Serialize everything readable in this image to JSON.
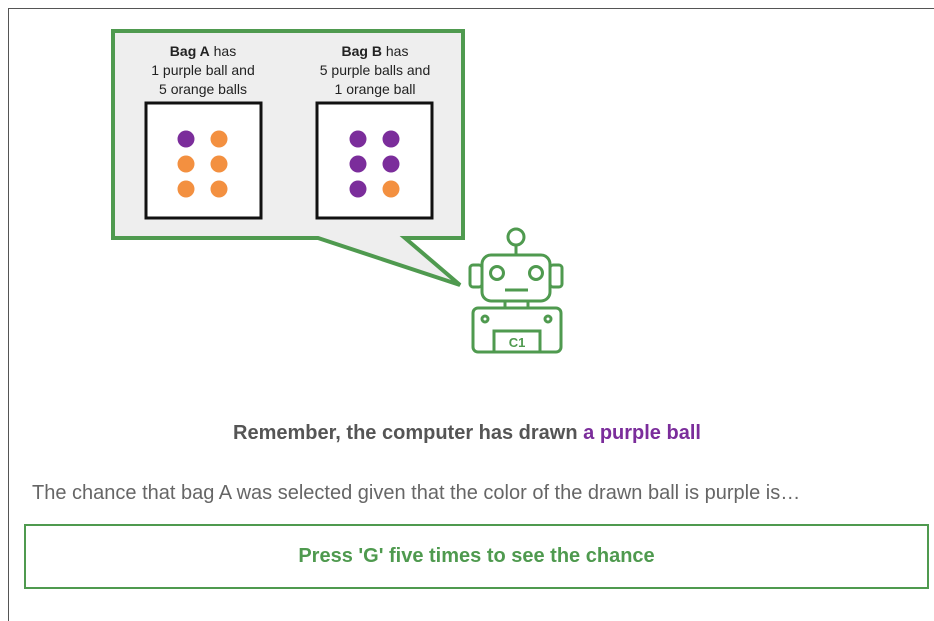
{
  "colors": {
    "green": "#4F9A4F",
    "purple": "#7B2D9B",
    "orange": "#F39040",
    "bubble_bg": "#EEEEEE"
  },
  "bag_a": {
    "name": "Bag A",
    "has_text": " has",
    "line2": "1 purple ball and",
    "line3": "5 orange balls",
    "balls": [
      "purple",
      "orange",
      "orange",
      "orange",
      "orange",
      "orange"
    ]
  },
  "bag_b": {
    "name": "Bag B",
    "has_text": " has",
    "line2": "5 purple balls and",
    "line3": "1 orange ball",
    "balls": [
      "purple",
      "purple",
      "purple",
      "purple",
      "purple",
      "orange"
    ]
  },
  "robot": {
    "icon": "robot-icon",
    "badge": "C1"
  },
  "remember": {
    "prefix": "Remember, the computer has drawn ",
    "highlight": "a purple ball"
  },
  "question": "The chance that bag A was selected given that the color of the drawn ball is purple is…",
  "press_prompt": "Press 'G' five times to see the chance"
}
